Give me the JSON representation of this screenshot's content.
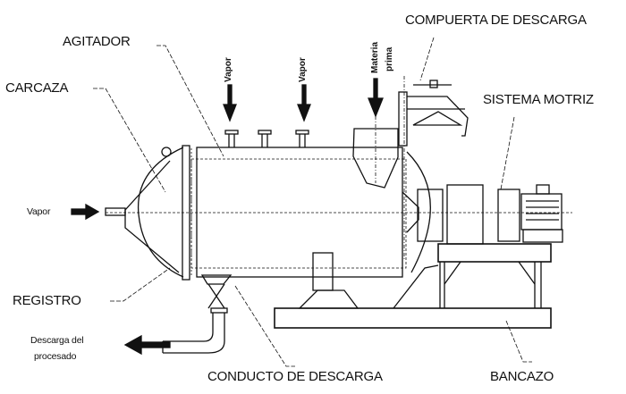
{
  "diagram": {
    "labels": {
      "agitador": "AGITADOR",
      "carcaza": "CARCAZA",
      "compuerta": "COMPUERTA DE DESCARGA",
      "sistema_motriz": "SISTEMA MOTRIZ",
      "registro": "REGISTRO",
      "conducto": "CONDUCTO DE DESCARGA",
      "bancazo": "BANCAZO",
      "vapor_left": "Vapor",
      "vapor_top1": "Vapor",
      "vapor_top2": "Vapor",
      "materia_1": "Materia",
      "materia_2": "prima",
      "descarga_1": "Descarga del",
      "descarga_2": "procesado"
    },
    "colors": {
      "ink": "#111111",
      "background": "#ffffff"
    }
  }
}
